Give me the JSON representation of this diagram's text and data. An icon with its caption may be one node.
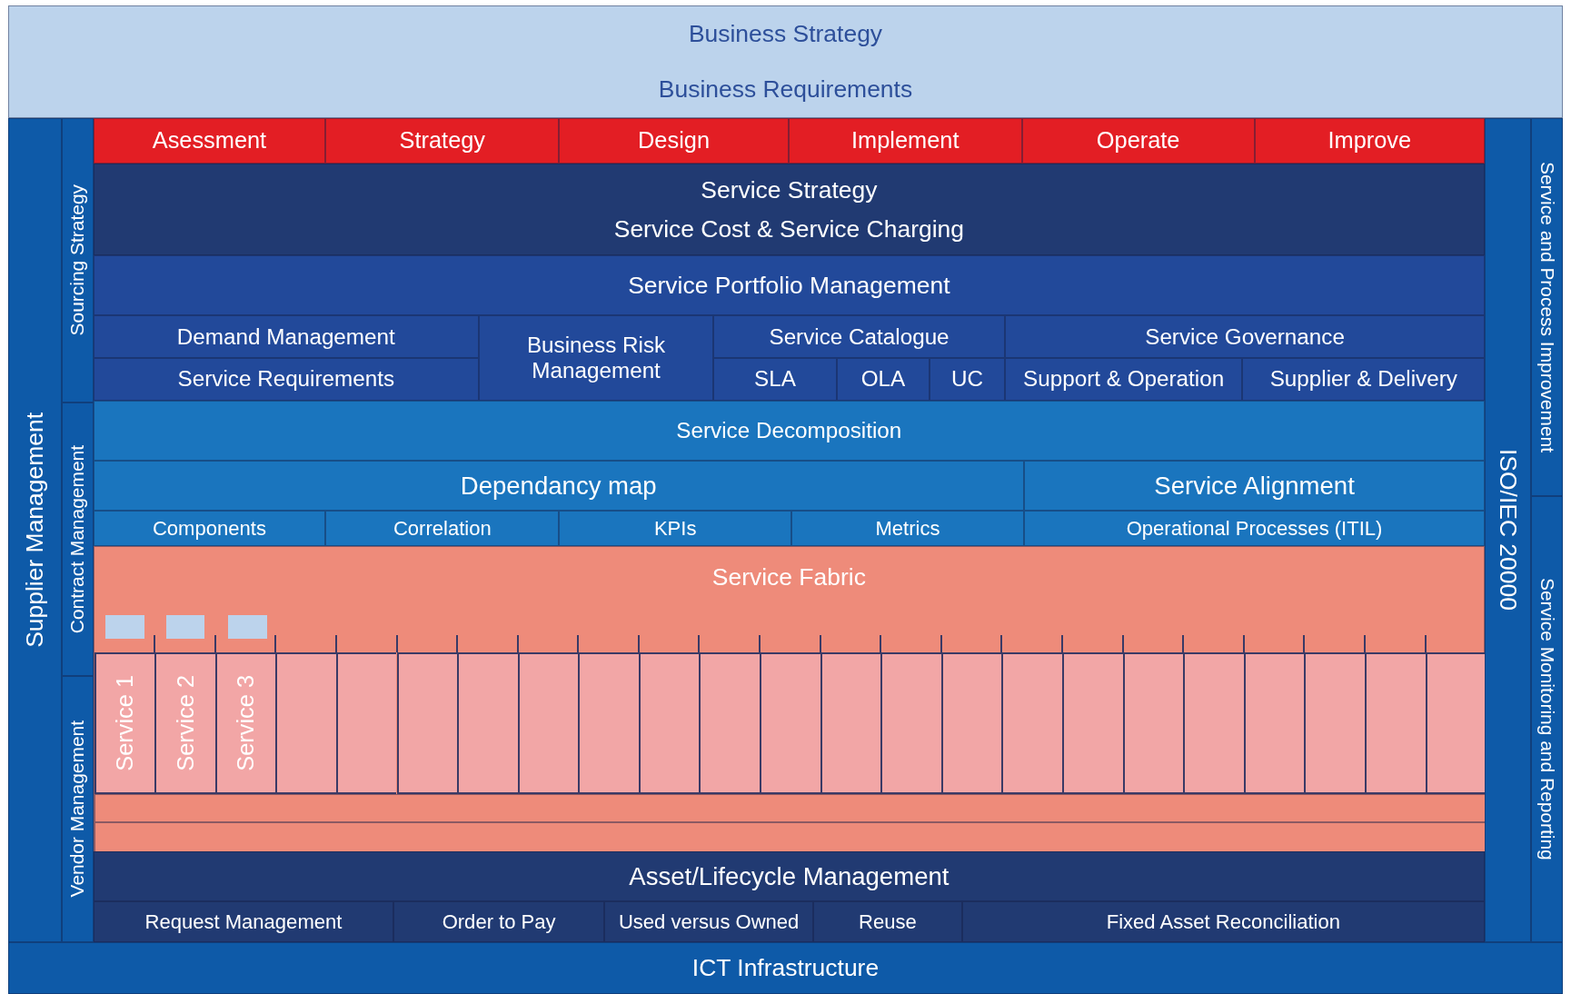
{
  "diagram": {
    "nodes": [
      {
        "text": [
          "Business Strategy",
          "Business Requirements"
        ]
      },
      {
        "text": [
          "Supplier Management"
        ]
      },
      {
        "text": [
          "Sourcing Strategy"
        ]
      },
      {
        "text": [
          "Contract Management"
        ]
      },
      {
        "text": [
          "Vendor Management"
        ]
      },
      {
        "text": [
          "Asessment"
        ]
      },
      {
        "text": [
          "Strategy"
        ]
      },
      {
        "text": [
          "Design"
        ]
      },
      {
        "text": [
          "Implement"
        ]
      },
      {
        "text": [
          "Operate"
        ]
      },
      {
        "text": [
          "Improve"
        ]
      },
      {
        "text": [
          "Service Strategy",
          "Service Cost & Service Charging"
        ]
      },
      {
        "text": [
          "Service Portfolio Management"
        ]
      },
      {
        "text": [
          "Demand Management"
        ]
      },
      {
        "text": [
          "Business Risk Management"
        ]
      },
      {
        "text": [
          "Service Catalogue"
        ]
      },
      {
        "text": [
          "Service Governance"
        ]
      },
      {
        "text": [
          "Service Requirements"
        ]
      },
      {
        "text": [
          "SLA"
        ]
      },
      {
        "text": [
          "OLA"
        ]
      },
      {
        "text": [
          "UC"
        ]
      },
      {
        "text": [
          "Support & Operation"
        ]
      },
      {
        "text": [
          "Supplier & Delivery"
        ]
      },
      {
        "text": [
          "Service Decomposition"
        ]
      },
      {
        "text": [
          "Dependancy map"
        ]
      },
      {
        "text": [
          "Service Alignment"
        ]
      },
      {
        "text": [
          "Components"
        ]
      },
      {
        "text": [
          "Correlation"
        ]
      },
      {
        "text": [
          "KPIs"
        ]
      },
      {
        "text": [
          "Metrics"
        ]
      },
      {
        "text": [
          "Operational Processes (ITIL)"
        ]
      },
      {
        "text": [
          "Service Fabric"
        ]
      },
      {
        "text": [],
        "shape": "box",
        "in": 31
      },
      {
        "text": [],
        "shape": "box",
        "in": 31
      },
      {
        "text": [],
        "shape": "box",
        "in": 31
      },
      {
        "text": [
          "Service 1"
        ],
        "in": 31
      },
      {
        "text": [
          "Service 2"
        ],
        "in": 31
      },
      {
        "text": [
          "Service 3"
        ],
        "in": 31
      },
      {
        "text": [],
        "shape": "box",
        "in": 31
      },
      {
        "text": [],
        "shape": "box",
        "in": 31
      },
      {
        "text": [],
        "shape": "box",
        "in": 31
      },
      {
        "text": [],
        "shape": "box",
        "in": 31
      },
      {
        "text": [],
        "shape": "box",
        "in": 31
      },
      {
        "text": [],
        "shape": "box",
        "in": 31
      },
      {
        "text": [],
        "shape": "box",
        "in": 31
      },
      {
        "text": [],
        "shape": "box",
        "in": 31
      },
      {
        "text": [],
        "shape": "box",
        "in": 31
      },
      {
        "text": [],
        "shape": "box",
        "in": 31
      },
      {
        "text": [],
        "shape": "box",
        "in": 31
      },
      {
        "text": [],
        "shape": "box",
        "in": 31
      },
      {
        "text": [],
        "shape": "box",
        "in": 31
      },
      {
        "text": [],
        "shape": "box",
        "in": 31
      },
      {
        "text": [],
        "shape": "box",
        "in": 31
      },
      {
        "text": [],
        "shape": "box",
        "in": 31
      },
      {
        "text": [],
        "shape": "box",
        "in": 31
      },
      {
        "text": [],
        "shape": "box",
        "in": 31
      },
      {
        "text": [],
        "shape": "box",
        "in": 31
      },
      {
        "text": [],
        "shape": "box",
        "in": 31
      },
      {
        "text": [],
        "shape": "bar",
        "in": 31
      },
      {
        "text": [],
        "shape": "bar",
        "in": 31
      },
      {
        "text": [
          "Asset/Lifecycle Management"
        ]
      },
      {
        "text": [
          "Request Management"
        ]
      },
      {
        "text": [
          "Order to Pay"
        ]
      },
      {
        "text": [
          "Used versus Owned"
        ]
      },
      {
        "text": [
          "Reuse"
        ]
      },
      {
        "text": [
          "Fixed Asset Reconciliation"
        ]
      },
      {
        "text": [
          "ICT Infrastructure"
        ]
      },
      {
        "text": [
          "ISO/IEC  20000"
        ]
      },
      {
        "text": [
          "Service and Process Improvement"
        ]
      },
      {
        "text": [
          "Service Monitoring and Reporting"
        ]
      }
    ]
  }
}
